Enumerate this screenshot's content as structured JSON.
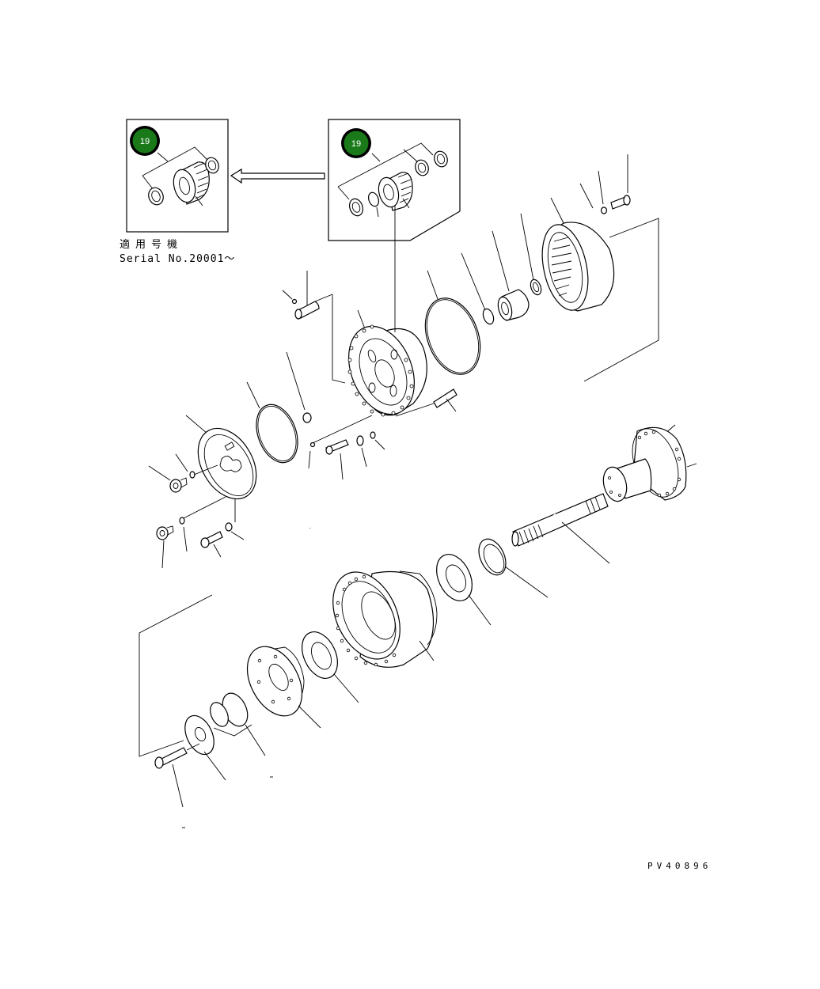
{
  "diagram": {
    "type": "exploded parts diagram",
    "subject": "final drive / planetary reduction assembly",
    "drawing_code": "PV40896",
    "line_color": "#000000",
    "background": "#ffffff"
  },
  "insets": [
    {
      "id": "inset-left",
      "badge_number": "19",
      "badge_color": "#1a7a1a",
      "badge_ring_color": "#000000",
      "caption_jp": "適用号機",
      "caption_en": "Serial No.20001～",
      "description": "Bearing cage with two outer seals (applies to later serials)"
    },
    {
      "id": "inset-right",
      "badge_number": "19",
      "badge_color": "#1a7a1a",
      "badge_ring_color": "#000000",
      "description": "Bearing cage, snap ring, spacer and seals (original configuration)"
    }
  ],
  "arrow": {
    "direction": "left",
    "from": "inset-right",
    "to": "inset-left"
  },
  "parts": [
    "bolt",
    "washer",
    "pin",
    "ring gear",
    "roller bearing",
    "spacer",
    "snap ring",
    "O-ring",
    "carrier housing",
    "stud",
    "nut",
    "O-ring",
    "cover plate",
    "plug",
    "seal washer",
    "bolt",
    "washer",
    "pin",
    "shaft flange",
    "axle shaft",
    "bearing race",
    "roller bearing",
    "hub housing",
    "roller bearing",
    "planet carrier",
    "thrust washer",
    "retainer plate",
    "bolt"
  ]
}
